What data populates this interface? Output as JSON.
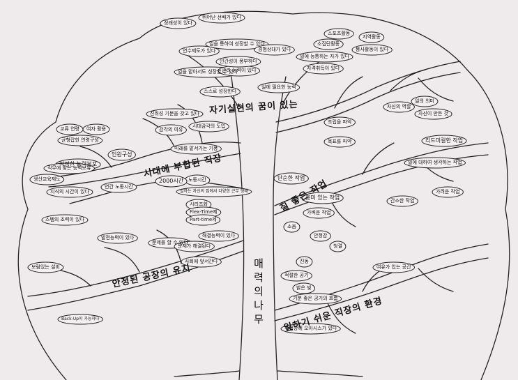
{
  "tree": {
    "title": "매력의나무",
    "branches": {
      "self_realization": "자기실현의 꿈이 있는",
      "fit_for_era": "시대에 부합된 직장",
      "good_work": "질 좋은 작업",
      "stable_base": "안정된 공장의 유지",
      "easy_env": "일하기 쉬운 직장의 환경"
    },
    "labels": {
      "l01": "정래성이 있다",
      "l02": "뛰어난 선배가 있다",
      "l03": "연수제도가 있다",
      "l04": "일을 통하여 성장할 수 있다",
      "l05": "경험상대가 있다",
      "l06": "스포츠활동",
      "l07": "소집단활동",
      "l08": "지역활동",
      "l09": "봉사활동이 있다",
      "l10": "일에 능통하는 자가 있다",
      "l11": "자격취득이 있다",
      "l12": "스스로 성장한다",
      "l13": "일에 필요한 능력",
      "l14": "일을 맡아서도 성장할 수 있다",
      "l15": "관리 능력이 있다",
      "l16": "인간성이 풍부하다",
      "l17": "진취성 기분을 갖고 있다",
      "l18": "감각의 여유",
      "l19": "시대감각의 도입",
      "l20": "미래를 맡서가는 기풍",
      "l21": "인원구성",
      "l22": "균형잡힌 연령구성",
      "l23": "적정한 능력분포",
      "l24": "교류 연령",
      "l25": "여자 활용",
      "l26": "직무에 맞는 능력보유",
      "l27": "생산교육제도",
      "l28": "지식의 시간이 있다",
      "l29": "노동시간",
      "l30": "연간 노동시간",
      "l31": "2000시간",
      "l32": "일하는 자신의 집에서 다양한 근무 형태",
      "l33": "시리즈화",
      "l34": "Flex-Time제",
      "l35": "Part-time제",
      "l36": "스템의 조력이 있다",
      "l37": "발전능력이 있다",
      "l38": "문제를 할 수 있다",
      "l39": "문제가 해결된다",
      "l40": "해결능력이 있다",
      "l41": "사퇴에 앞서간다",
      "l42": "보람있는 설비",
      "l43": "Back-Up이 가능하다",
      "l44": "자신의 역할",
      "l45": "일의 의미",
      "l46": "자신이 만든 것",
      "l47": "조립을 파악",
      "l48": "목표를 파악",
      "l49": "단순한 작업",
      "l50": "흥미 있는 작업",
      "l51": "리드미컬한 작업",
      "l52": "일에 대하여 생각하는 작업",
      "l53": "간소한 작업",
      "l54": "가려운 작업",
      "l55": "안정감",
      "l56": "적절한 공기",
      "l57": "가벼운 작업",
      "l58": "밝은 빛",
      "l59": "기분 좋은 공기의 흐름",
      "l60": "작업장에 오아시스가 있다",
      "l61": "여유가 있는 공간",
      "l62": "소음",
      "l63": "진동",
      "l64": "청결"
    }
  }
}
